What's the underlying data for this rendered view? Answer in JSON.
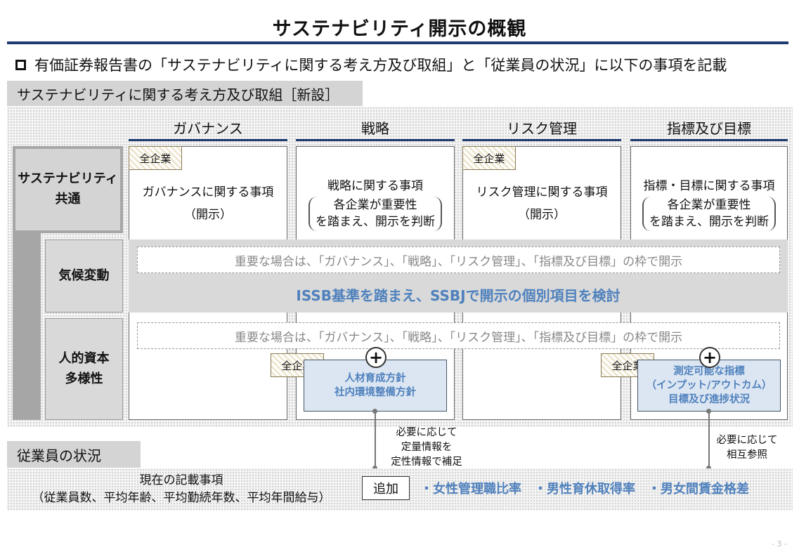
{
  "title": "サステナビリティ開示の概観",
  "bullet_text": "有価証券報告書の「サステナビリティに関する考え方及び取組」と「従業員の状況」に以下の事項を記載",
  "section1_label": "サステナビリティに関する考え方及び取組［新設］",
  "columns": [
    "ガバナンス",
    "戦略",
    "リスク管理",
    "指標及び目標"
  ],
  "rows": {
    "common_label": "サステナビリティ\n共通",
    "climate_label": "気候変動",
    "human_label": "人的資本\n多様性"
  },
  "tag_label": "全企業",
  "cells": {
    "governance_main": "ガバナンスに関する事項",
    "governance_sub": "（開示）",
    "strategy_main": "戦略に関する事項",
    "strategy_bracket": "各企業が重要性\nを踏まえ、開示を判断",
    "risk_main": "リスク管理に関する事項",
    "risk_sub": "（開示）",
    "metrics_main": "指標・目標に関する事項",
    "metrics_bracket": "各企業が重要性\nを踏まえ、開示を判断"
  },
  "dashed_text": "重要な場合は、「ガバナンス」、「戦略」、「リスク管理」、「指標及び目標」の枠で開示",
  "issb_text": "ISSB基準を踏まえ、SSBJで開示の個別項目を検討",
  "plus_symbol": "+",
  "blue_box_left": "人材育成方針\n社内環境整備方針",
  "blue_box_right": "測定可能な指標\n（インプット/アウトカム）\n目標及び進捗状況",
  "note_left": "必要に応じて\n定量情報を\n定性情報で補足",
  "note_right": "必要に応じて\n相互参照",
  "section2_label": "従業員の状況",
  "current_text": "現在の記載事項\n（従業員数、平均年齢、平均勤続年数、平均年間給与）",
  "add_label": "追加",
  "add_items": "・女性管理職比率　・男性育休取得率　・男女間賃金格差",
  "page_number": "- 3 -",
  "colors": {
    "accent_navy": "#1f3a6e",
    "highlight_blue": "#4f81bd",
    "light_blue_fill": "#dce6f2"
  }
}
